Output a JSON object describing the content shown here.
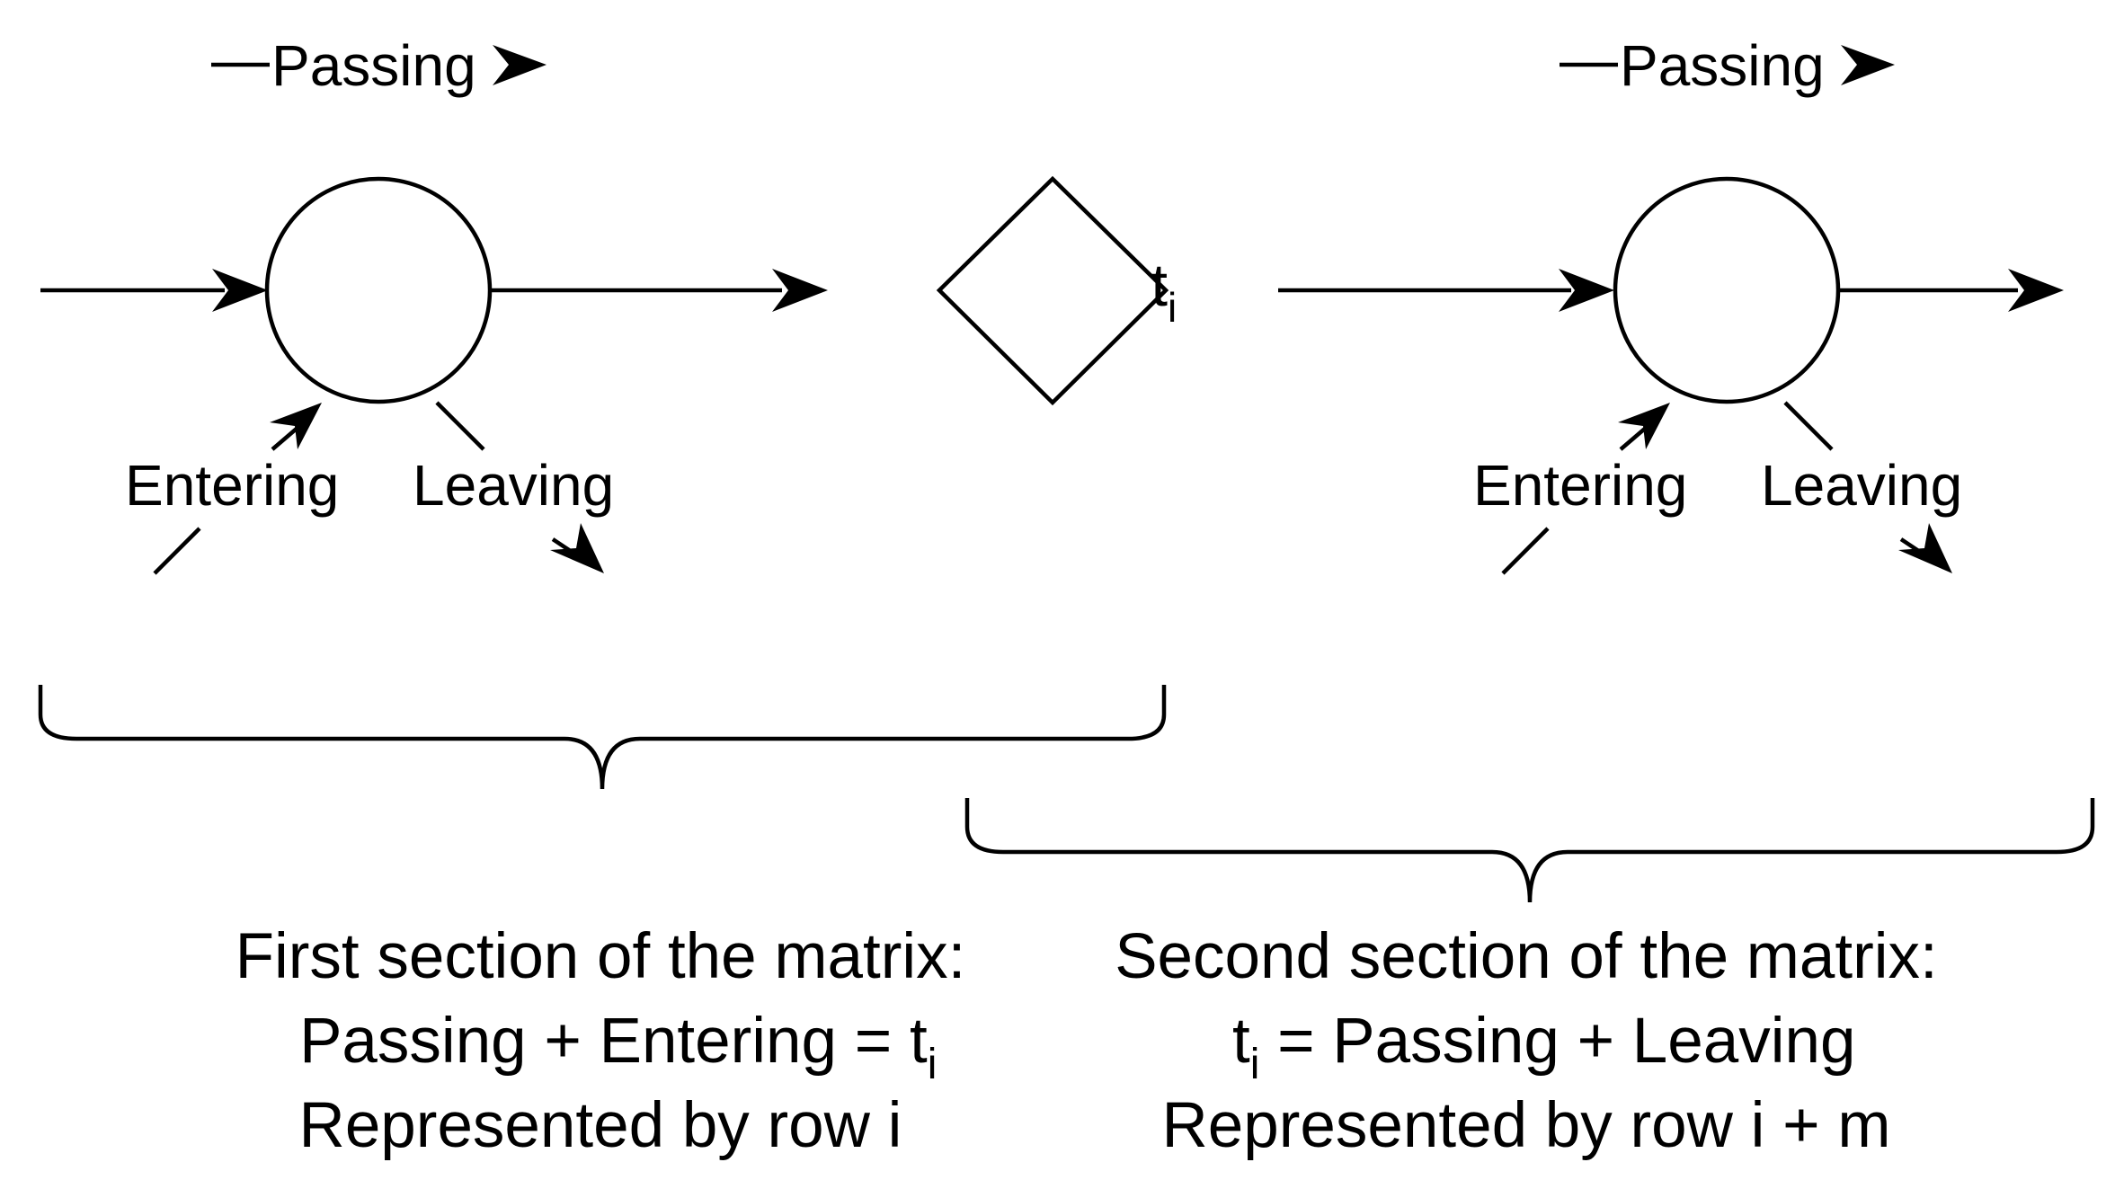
{
  "nodes": {
    "left_node": {
      "passing": "Passing",
      "entering": "Entering",
      "leaving": "Leaving"
    },
    "right_node": {
      "passing": "Passing",
      "entering": "Entering",
      "leaving": "Leaving"
    }
  },
  "task": {
    "base": "t",
    "sub": "i"
  },
  "sections": {
    "first": {
      "title": "First section of the matrix:",
      "equation_prefix": "Passing + Entering = t",
      "equation_sub": "i",
      "note": "Represented by row i"
    },
    "second": {
      "title": "Second section of the matrix:",
      "equation_base": "t",
      "equation_sub": "i",
      "equation_suffix": " = Passing + Leaving",
      "note": "Represented by row i + m"
    }
  },
  "colors": {
    "ink": "#000000",
    "background": "#ffffff"
  }
}
